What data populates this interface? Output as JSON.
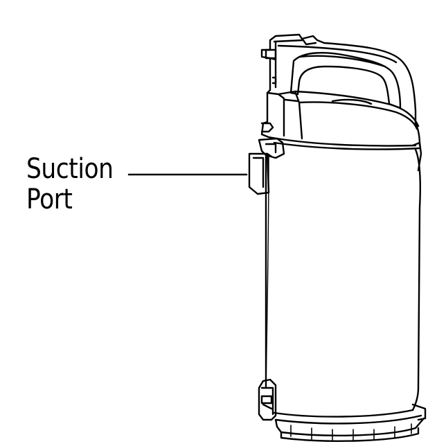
{
  "callout": {
    "line1": "Suction",
    "line2": "Port"
  },
  "colors": {
    "stroke": "#000000",
    "fill": "#ffffff"
  },
  "illustration": {
    "subject": "canister-vacuum-with-handle",
    "icon": "vacuum-canister-icon"
  }
}
